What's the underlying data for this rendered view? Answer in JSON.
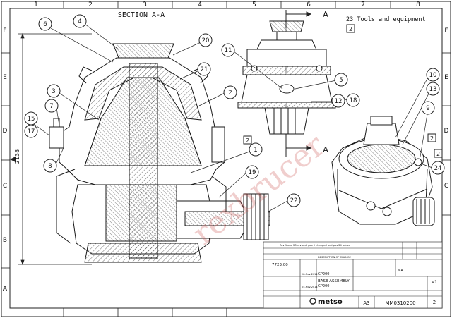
{
  "sheet": {
    "section_title": "SECTION A-A",
    "section_marker": "A",
    "note": "23 Tools and equipment",
    "note_box": "2",
    "top_zones": [
      "1",
      "2",
      "3",
      "4",
      "5",
      "6",
      "7",
      "8"
    ],
    "side_zones": [
      "F",
      "E",
      "D",
      "C",
      "B",
      "A"
    ],
    "dimension": "2138"
  },
  "balloons": [
    "1",
    "2",
    "3",
    "4",
    "5",
    "6",
    "7",
    "8",
    "9",
    "10",
    "11",
    "12",
    "13",
    "15",
    "17",
    "18",
    "19",
    "20",
    "21",
    "22",
    "24"
  ],
  "view_boxes": [
    "2",
    "2",
    "2"
  ],
  "watermark": "rexbrucer",
  "title_block": {
    "rev_row1": "Rev 1 and 23 revised, pos 9 changed and pos 24 added",
    "rev_header": "DESCRIPTION OF CHANGE",
    "std": "GP200",
    "drawing_title": "BASE ASSEMBLY",
    "drawing_sub": "GP200",
    "brand": "metso",
    "size": "A3",
    "drawing_number": "MM0310200",
    "sheet_no": "2",
    "rev_value": "V1",
    "code": "7723.00",
    "group": "MA",
    "date1": "28-Nov-2014",
    "date2": "05-Nov-2014"
  }
}
